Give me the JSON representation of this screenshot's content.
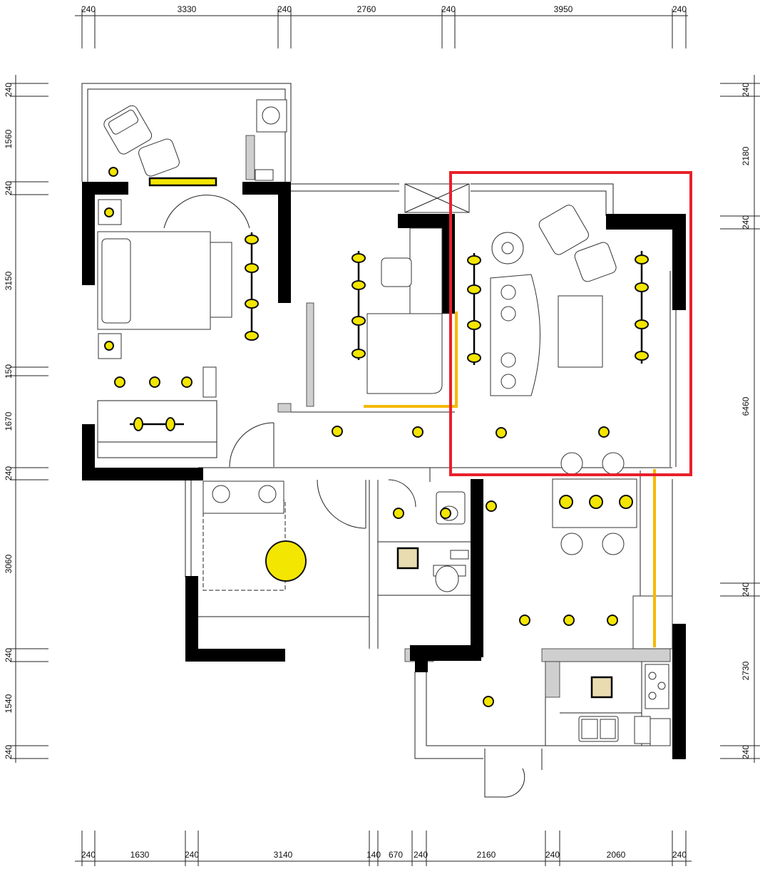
{
  "dimensions": {
    "top": [
      "240",
      "3330",
      "240",
      "2760",
      "240",
      "3950",
      "240"
    ],
    "bottom": [
      "240",
      "1630",
      "240",
      "3140",
      "140",
      "670",
      "240",
      "2160",
      "240",
      "2060",
      "240"
    ],
    "left": [
      "240",
      "1560",
      "240",
      "3150",
      "150",
      "1670",
      "240",
      "3060",
      "240",
      "1540",
      "240"
    ],
    "right": [
      "240",
      "2180",
      "240",
      "6460",
      "240",
      "2730",
      "240"
    ]
  },
  "colors": {
    "lighting": "#f3e600",
    "led_strip": "#f5b800",
    "highlight_frame": "#e8202a",
    "wall": "#000000"
  },
  "icons": {
    "spotlight": "yellow-circle-icon",
    "track_light": "track-light-icon",
    "ceiling_light": "large-ceiling-light-icon",
    "bath_light": "square-ceiling-light-icon"
  }
}
